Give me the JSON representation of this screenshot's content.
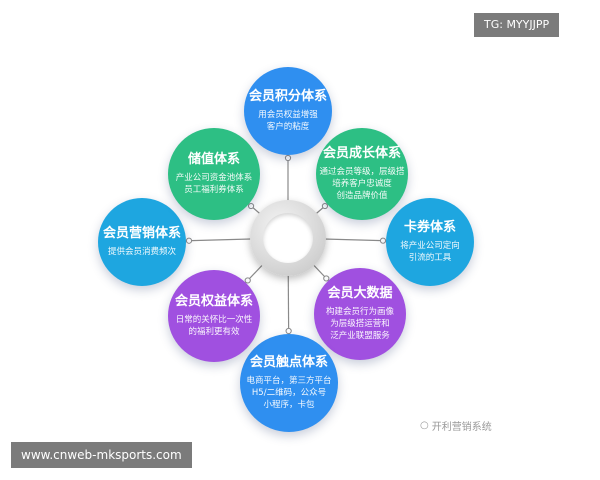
{
  "watermark_top": "TG: MYYJJPP",
  "watermark_bottom": "www.cnweb-mksports.com",
  "source_label": "开利营销系统",
  "source_icon": "wechat-icon",
  "nodes": [
    {
      "key": "points",
      "title": "会员积分体系",
      "lines": [
        "用会员权益增强",
        "客户的粘度"
      ],
      "color": "#2f8ff0"
    },
    {
      "key": "growth",
      "title": "会员成长体系",
      "lines": [
        "通过会员等级，层级搭",
        "培养客户忠诚度",
        "创造品牌价值"
      ],
      "color": "#2dbf84"
    },
    {
      "key": "coupon",
      "title": "卡券体系",
      "lines": [
        "将产业公司定向",
        "引流的工具"
      ],
      "color": "#1ea6e0"
    },
    {
      "key": "bigdata",
      "title": "会员大数据",
      "lines": [
        "构建会员行为画像",
        "为层级搭运营和",
        "泛产业联盟服务"
      ],
      "color": "#a050e0"
    },
    {
      "key": "touch",
      "title": "会员触点体系",
      "lines": [
        "电商平台，第三方平台",
        "H5/二维码，公众号",
        "小程序，卡包"
      ],
      "color": "#2f8ff0"
    },
    {
      "key": "rights",
      "title": "会员权益体系",
      "lines": [
        "日常的关怀比一次性",
        "的福利更有效"
      ],
      "color": "#a050e0"
    },
    {
      "key": "marketing",
      "title": "会员营销体系",
      "lines": [
        "提供会员消费频次"
      ],
      "color": "#1ea6e0"
    },
    {
      "key": "storage",
      "title": "储值体系",
      "lines": [
        "产业公司资金池体系",
        "员工福利券体系"
      ],
      "color": "#2dbf84"
    }
  ]
}
